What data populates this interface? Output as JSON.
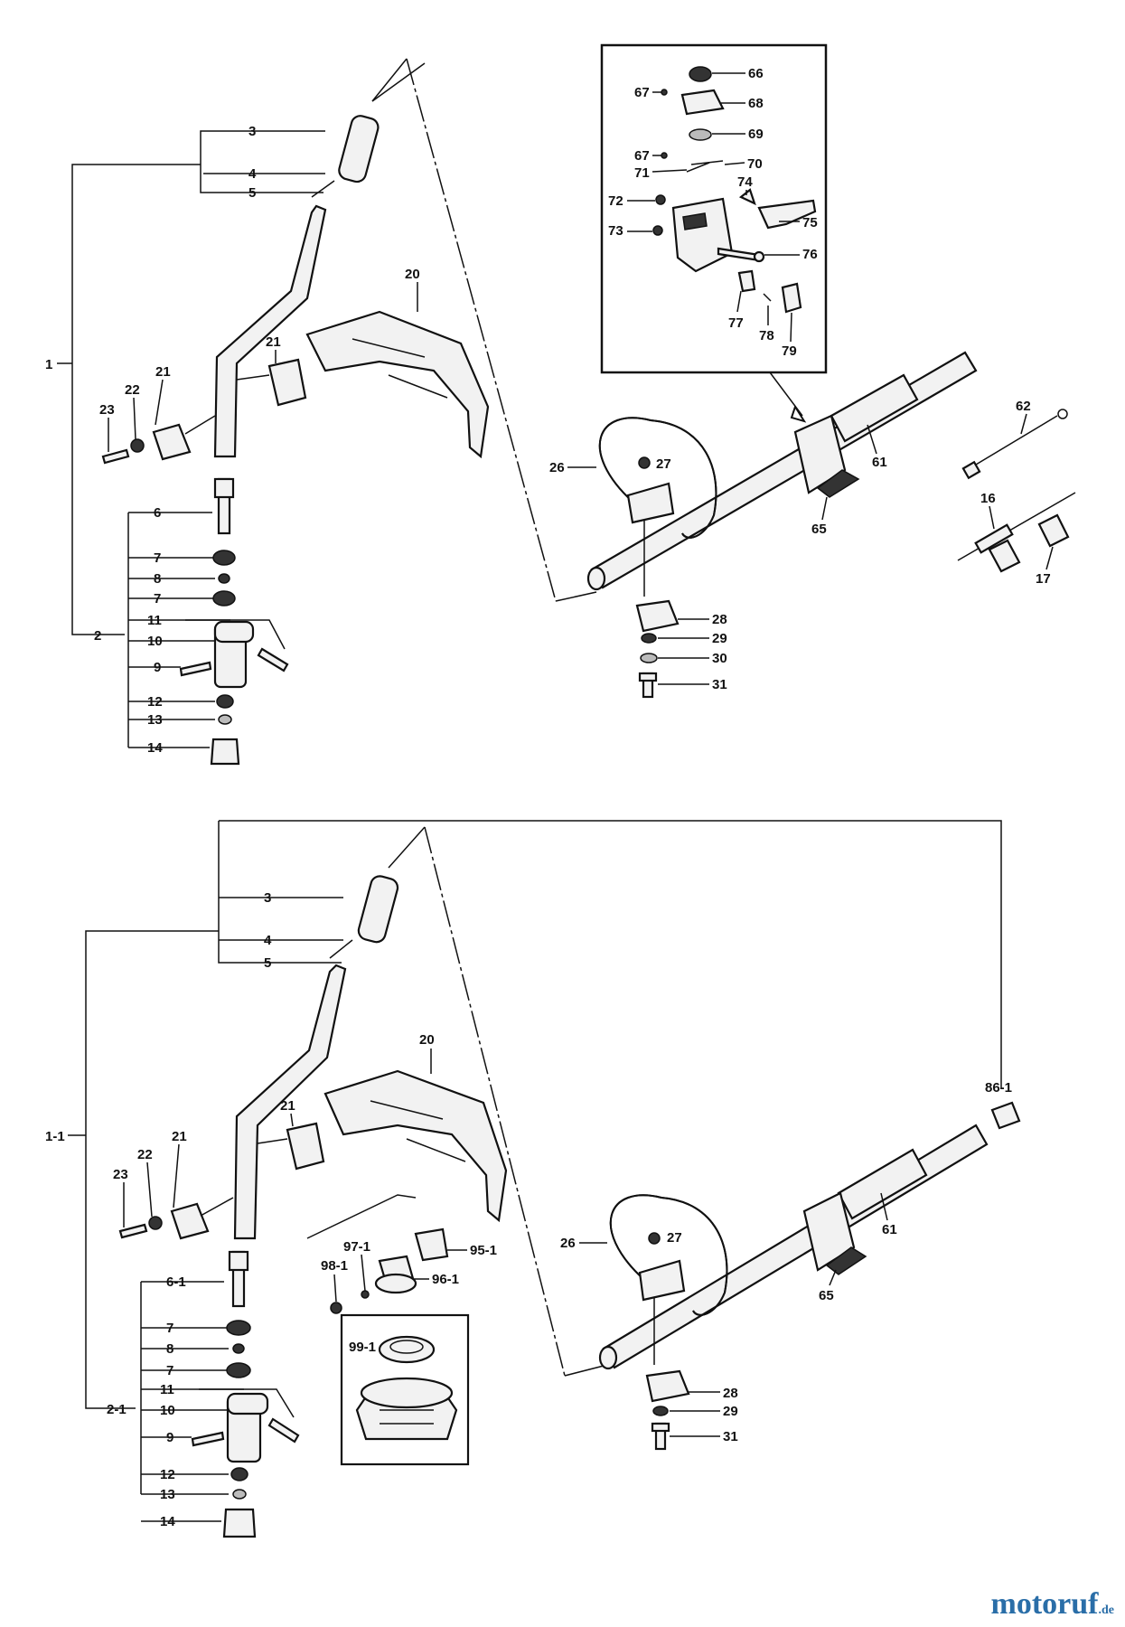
{
  "labels": {
    "top": [
      "1",
      "2",
      "3",
      "4",
      "5",
      "6",
      "7",
      "8",
      "7",
      "11",
      "10",
      "9",
      "12",
      "13",
      "14",
      "20",
      "21",
      "21",
      "22",
      "23",
      "26",
      "27",
      "28",
      "29",
      "30",
      "31",
      "61",
      "62",
      "65",
      "16",
      "17",
      "66",
      "67",
      "68",
      "69",
      "67",
      "70",
      "71",
      "72",
      "73",
      "74",
      "75",
      "76",
      "77",
      "78",
      "79"
    ],
    "bottom": [
      "1-1",
      "2-1",
      "3",
      "4",
      "5",
      "6-1",
      "7",
      "8",
      "7",
      "11",
      "10",
      "9",
      "12",
      "13",
      "14",
      "20",
      "21",
      "21",
      "22",
      "23",
      "26",
      "27",
      "28",
      "29",
      "31",
      "61",
      "65",
      "86-1",
      "95-1",
      "96-1",
      "97-1",
      "98-1",
      "99-1"
    ]
  },
  "watermark": {
    "brand": "motoruf",
    "suffix": ".de"
  }
}
